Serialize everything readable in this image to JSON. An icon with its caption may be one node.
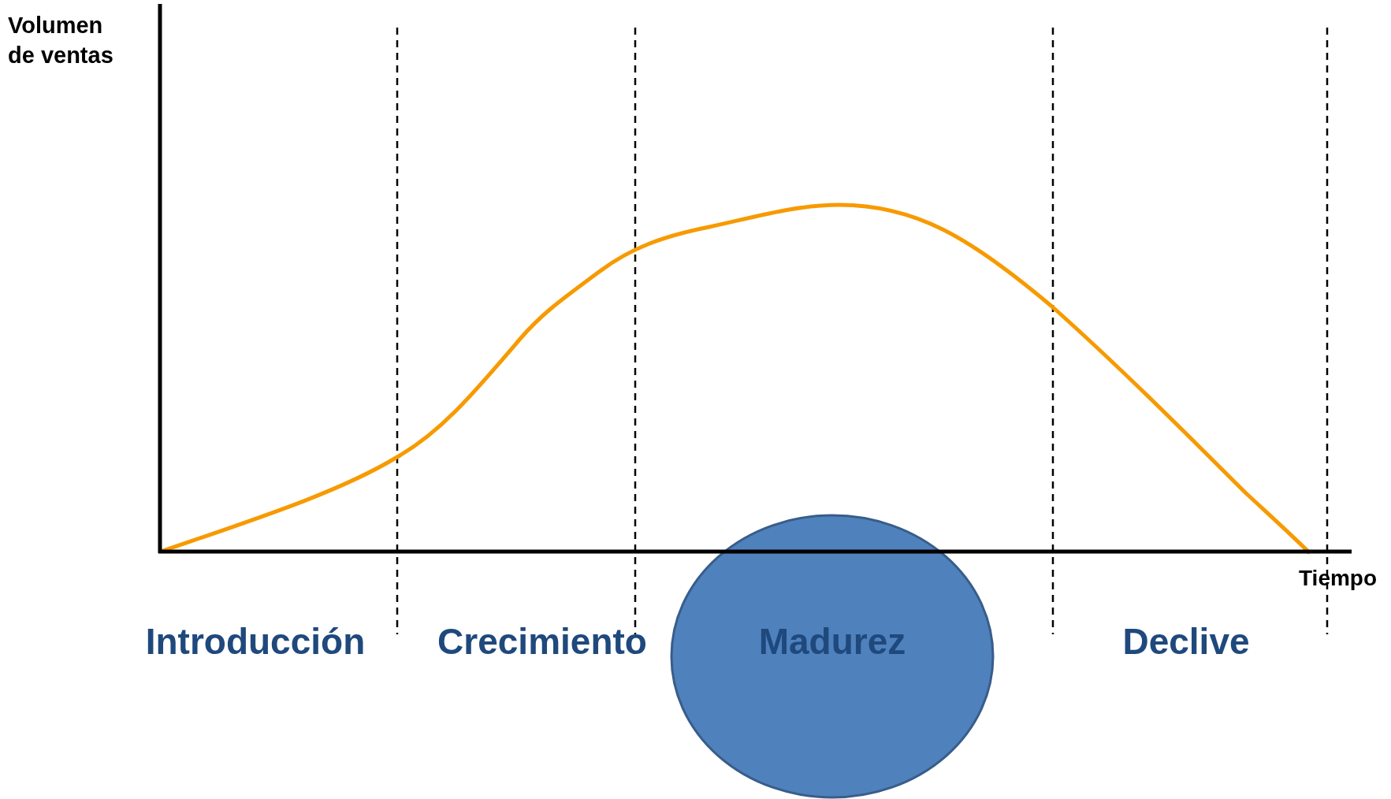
{
  "diagram": {
    "nodes": [
      {
        "text": [
          "Madurez"
        ]
      }
    ],
    "labels": [
      "Volumen de ventas",
      "Tiempo",
      "Introducción",
      "Crecimiento",
      "Declive"
    ]
  }
}
